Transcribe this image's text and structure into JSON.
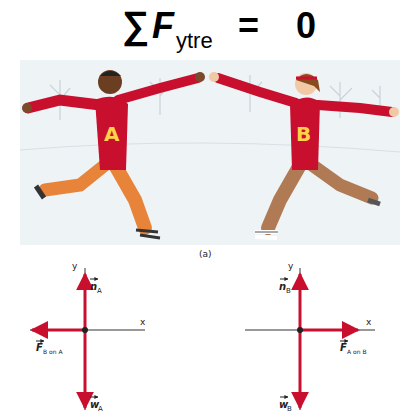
{
  "diagram": {
    "labels": [
      "∑",
      "F",
      "ytre",
      "=",
      "0",
      "A",
      "B",
      "(a)",
      "y",
      "x",
      "n",
      "A",
      "w",
      "A",
      "F",
      "B on A",
      "y",
      "x",
      "n",
      "B",
      "w",
      "B",
      "F",
      "A on B"
    ]
  }
}
